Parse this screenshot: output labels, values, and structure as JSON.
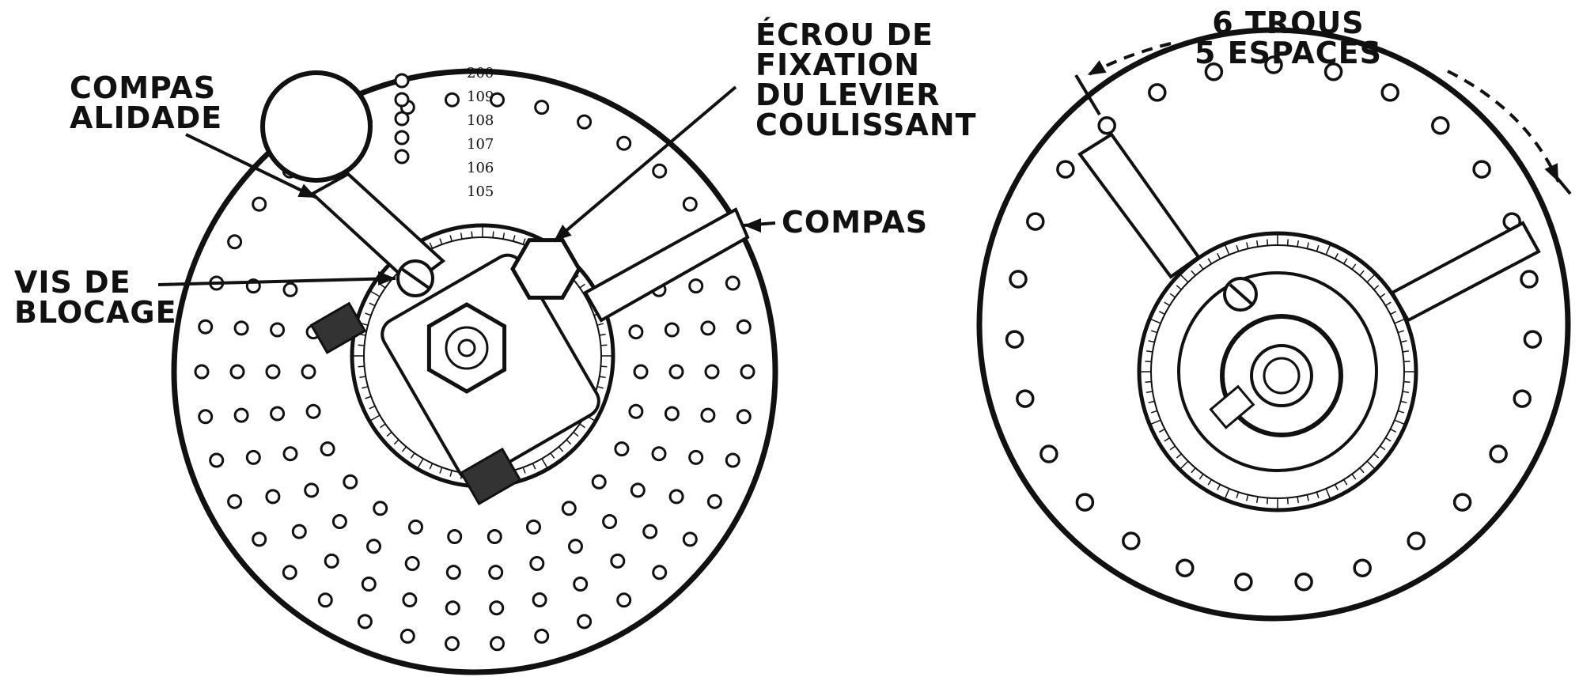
{
  "labels": {
    "compas_alidade": [
      "COMPAS",
      "ALIDADE"
    ],
    "ecrou": [
      "ÉCROU DE",
      "FIXATION",
      "DU LEVIER",
      "COULISSANT"
    ],
    "compas": "COMPAS",
    "vis_blocage": [
      "VIS DE",
      "BLOCAGE"
    ],
    "trous": [
      "6 TROUS",
      "5 ESPACES"
    ]
  },
  "scale_numbers": [
    "200",
    "109",
    "108",
    "107",
    "106",
    "105"
  ]
}
